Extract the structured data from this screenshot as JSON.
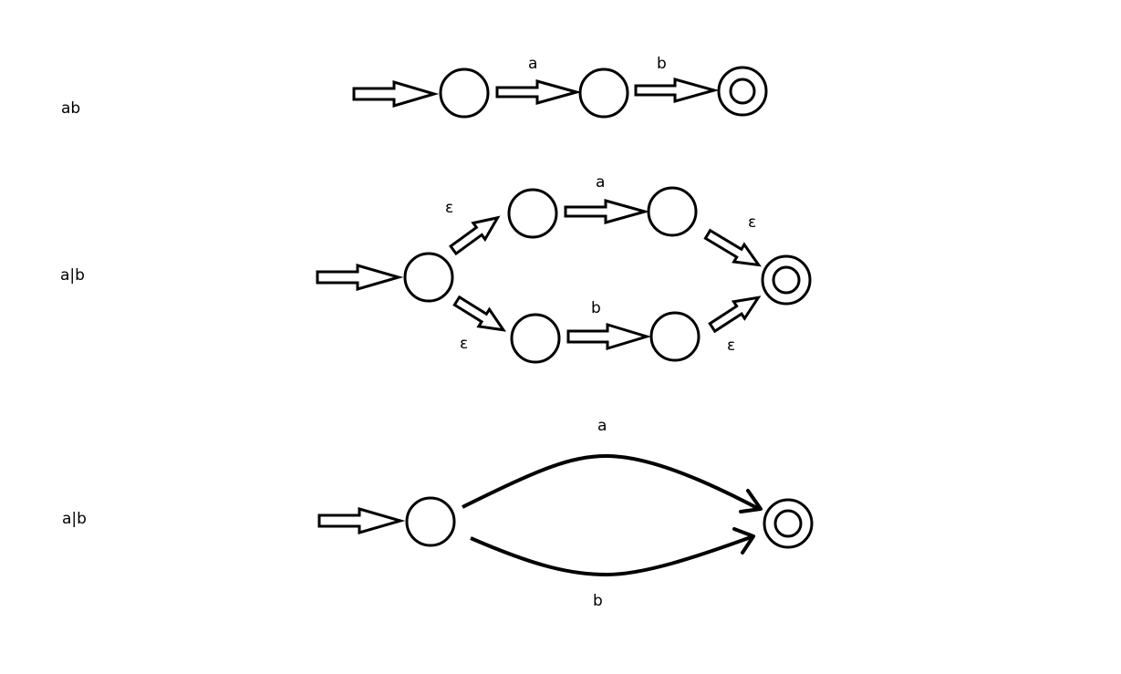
{
  "diagram_1": {
    "label": "ab",
    "edge_a": "a",
    "edge_b": "b"
  },
  "diagram_2": {
    "label": "a|b",
    "eps_top_left": "ε",
    "eps_bottom_left": "ε",
    "eps_top_right": "ε",
    "eps_bottom_right": "ε",
    "edge_a": "a",
    "edge_b": "b"
  },
  "diagram_3": {
    "label": "a|b",
    "edge_a": "a",
    "edge_b": "b"
  }
}
